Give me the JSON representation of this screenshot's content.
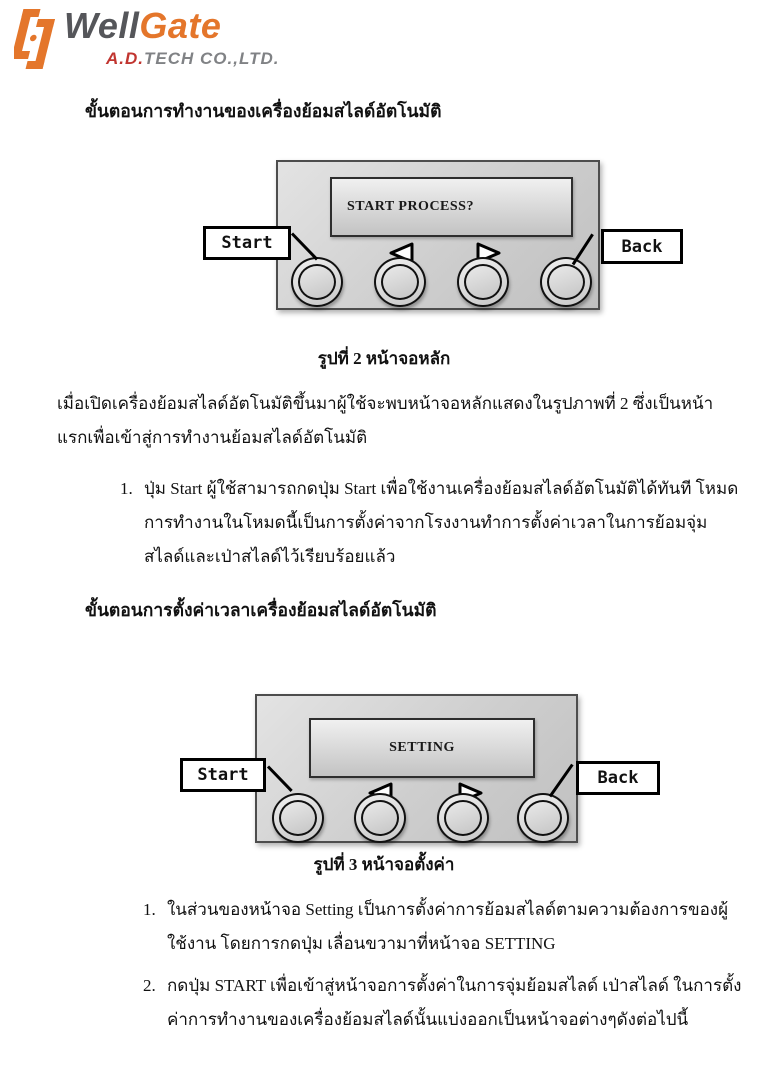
{
  "logo": {
    "well": "Well",
    "gate": "Gate",
    "sub_ad": "A.D.",
    "sub_rest": "TECH CO.,LTD.",
    "colors": {
      "orange": "#E4762B",
      "red": "#C13530",
      "gray": "#55565A"
    }
  },
  "section1": {
    "heading": "ขั้นตอนการทำงานของเครื่องย้อมสไลด์อัตโนมัติ",
    "figure": {
      "screen_text": "START PROCESS?",
      "start_label": "Start",
      "back_label": "Back",
      "icons": {
        "left_arrow": "left-triangle",
        "right_arrow": "right-triangle"
      },
      "button_count": 4
    },
    "caption": "รูปที่ 2 หน้าจอหลัก",
    "paragraph": "เมื่อเปิดเครื่องย้อมสไลด์อัตโนมัติขึ้นมาผู้ใช้จะพบหน้าจอหลักแสดงในรูปภาพที่ 2 ซึ่งเป็นหน้าแรกเพื่อเข้าสู่การทำงานย้อมสไลด์อัตโนมัติ",
    "items": [
      {
        "num": "1.",
        "text": "ปุ่ม Start  ผู้ใช้สามารถกดปุ่ม Start เพื่อใช้งานเครื่องย้อมสไลด์อัตโนมัติได้ทันที โหมดการทำงานในโหมดนี้เป็นการตั้งค่าจากโรงงานทำการตั้งค่าเวลาในการย้อมจุ่มสไลด์และเป่าสไลด์ไว้เรียบร้อยแล้ว"
      }
    ]
  },
  "section2": {
    "heading": "ขั้นตอนการตั้งค่าเวลาเครื่องย้อมสไลด์อัตโนมัติ",
    "figure": {
      "screen_text": "SETTING",
      "start_label": "Start",
      "back_label": "Back",
      "icons": {
        "left_arrow": "left-triangle",
        "right_arrow": "right-triangle"
      },
      "button_count": 4
    },
    "caption": "รูปที่ 3 หน้าจอตั้งค่า",
    "items": [
      {
        "num": "1.",
        "text": "ในส่วนของหน้าจอ Setting เป็นการตั้งค่าการย้อมสไลด์ตามความต้องการของผู้ใช้งาน โดยการกดปุ่ม เลื่อนขวามาที่หน้าจอ SETTING"
      },
      {
        "num": "2.",
        "text": "กดปุ่ม START เพื่อเข้าสู่หน้าจอการตั้งค่าในการจุ่มย้อมสไลด์ เป่าสไลด์ ในการตั้งค่าการทำงานของเครื่องย้อมสไลด์นั้นแบ่งออกเป็นหน้าจอต่างๆดังต่อไปนี้"
      }
    ]
  }
}
